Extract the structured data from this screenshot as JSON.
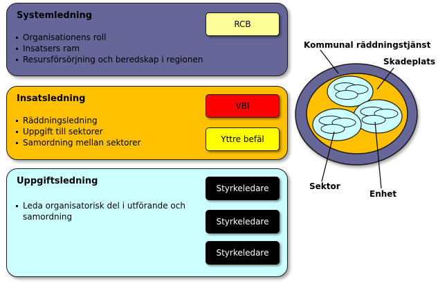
{
  "levels": [
    {
      "title": "Systemledning",
      "bullets": [
        "Organisationens roll",
        "Insatsers ram",
        "Resursförsörjning och beredskap i regionen"
      ],
      "roles": [
        "RCB"
      ],
      "color": "#666699"
    },
    {
      "title": "Insatsledning",
      "bullets": [
        "Räddningsledning",
        "Uppgift till sektorer",
        "Samordning mellan sektorer"
      ],
      "roles": [
        "VBI",
        "Yttre befäl"
      ],
      "color": "#ffc000"
    },
    {
      "title": "Uppgiftsledning",
      "bullets": [
        "Leda organisatorisk del i utförande och samordning"
      ],
      "roles": [
        "Styrkeledare",
        "Styrkeledare",
        "Styrkeledare"
      ],
      "color": "#ccffff"
    }
  ],
  "role_colors": {
    "RCB": "#ffff99",
    "VBI": "#ff0000",
    "Yttre befäl": "#ffff00",
    "Styrkeledare": "#000000"
  },
  "diagram": {
    "outer_label": "Kommunal räddningstjänst",
    "scene_label": "Skadeplats",
    "sector_label": "Sektor",
    "unit_label": "Enhet",
    "outer_color": "#666699",
    "scene_color": "#ffc000",
    "sector_color": "#ccffff"
  }
}
